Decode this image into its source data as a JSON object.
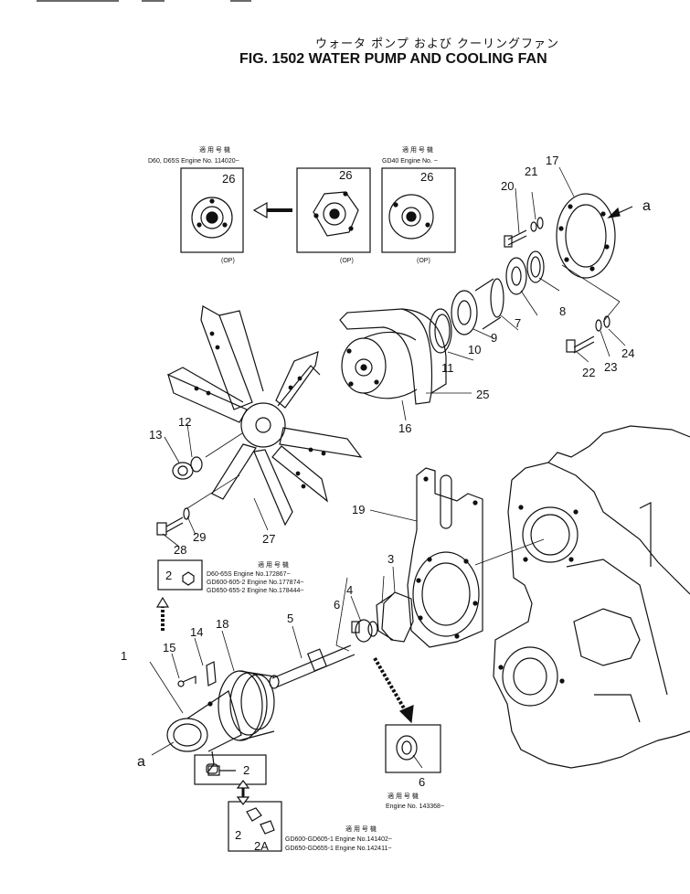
{
  "title_jp": "ウォータ ポンプ および クーリングファン",
  "title_en": "FIG. 1502  WATER PUMP AND COOLING FAN",
  "inset_left": {
    "header": "適 用 号 機",
    "text": "D60, D65S  Engine No. 114020~",
    "part": "26",
    "op": "(OP)"
  },
  "inset_middle": {
    "part": "26",
    "op": "(OP)"
  },
  "inset_right": {
    "header": "適 用 号 機",
    "text": "GD40  Engine No.   ~",
    "part": "26",
    "op": "(OP)"
  },
  "callouts": [
    "1",
    "2",
    "2",
    "2",
    "2A",
    "3",
    "4",
    "5",
    "6",
    "6",
    "7",
    "8",
    "9",
    "10",
    "11",
    "12",
    "13",
    "14",
    "15",
    "16",
    "17",
    "18",
    "19",
    "20",
    "21",
    "22",
    "23",
    "24",
    "25",
    "26",
    "27",
    "28",
    "29",
    "a",
    "a"
  ],
  "note_part2": {
    "part": "2",
    "header": "適 用 号 機",
    "lines": [
      "D60-65S        Engine No.172867~",
      "GD600-605-2   Engine No.177874~",
      "GD650-655-2   Engine No.178444~"
    ]
  },
  "note_part6": {
    "part": "6",
    "header": "適 用 号 機",
    "text": "Engine No. 143368~"
  },
  "note_part2a": {
    "parts": [
      "2",
      "2A"
    ],
    "header": "適 用 号 機",
    "lines": [
      "GD600-GD605-1  Engine No.141402~",
      "GD650-GD655-1  Engine No.142411~"
    ]
  }
}
